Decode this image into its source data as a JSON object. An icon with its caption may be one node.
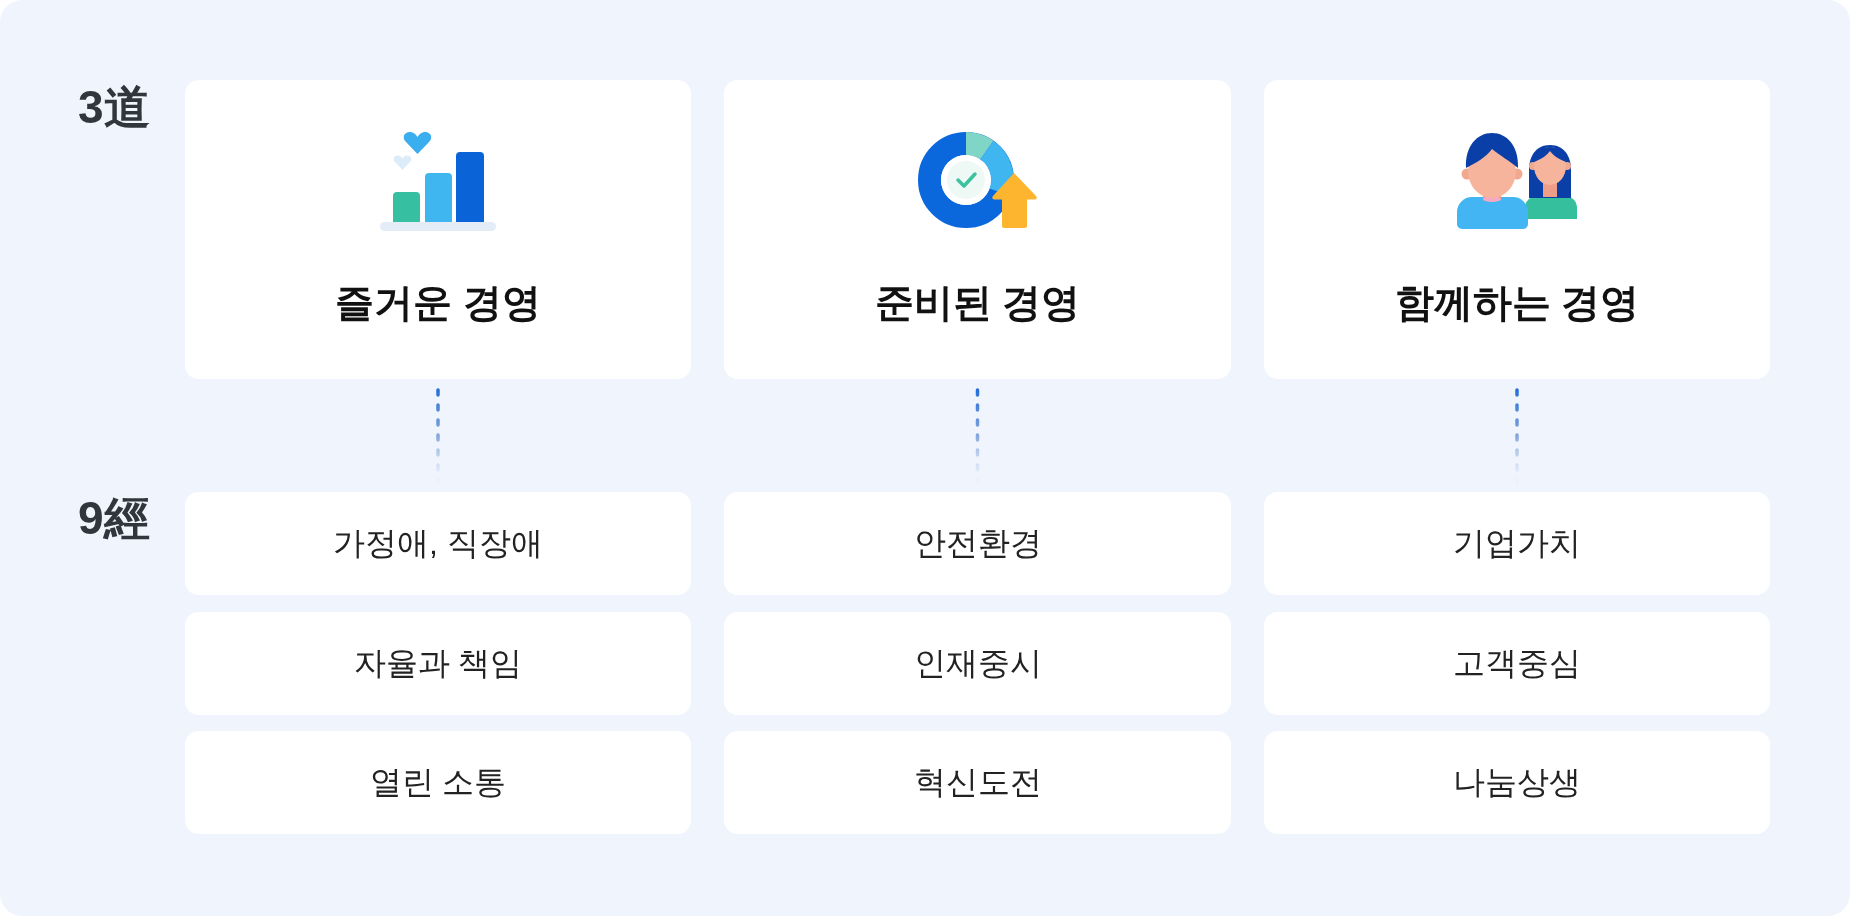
{
  "diagram": {
    "nodes": [
      {
        "text": [
          "즐거운 경영"
        ]
      },
      {
        "text": [
          "준비된 경영"
        ]
      },
      {
        "text": [
          "함께하는 경영"
        ]
      },
      {
        "text": [
          "가정애, 직장애"
        ]
      },
      {
        "text": [
          "안전환경"
        ]
      },
      {
        "text": [
          "기업가치"
        ]
      },
      {
        "text": [
          "자율과 책임"
        ]
      },
      {
        "text": [
          "인재중시"
        ]
      },
      {
        "text": [
          "고객중심"
        ]
      },
      {
        "text": [
          "열린 소통"
        ]
      },
      {
        "text": [
          "혁신도전"
        ]
      },
      {
        "text": [
          "나눔상생"
        ]
      }
    ],
    "edges": [
      {
        "from": 0,
        "to": 3,
        "arrow": "none",
        "style": "dashed"
      },
      {
        "from": 1,
        "to": 4,
        "arrow": "none",
        "style": "dashed"
      },
      {
        "from": 2,
        "to": 5,
        "arrow": "none",
        "style": "dashed"
      }
    ],
    "labels": [
      "3道",
      "9經"
    ]
  }
}
